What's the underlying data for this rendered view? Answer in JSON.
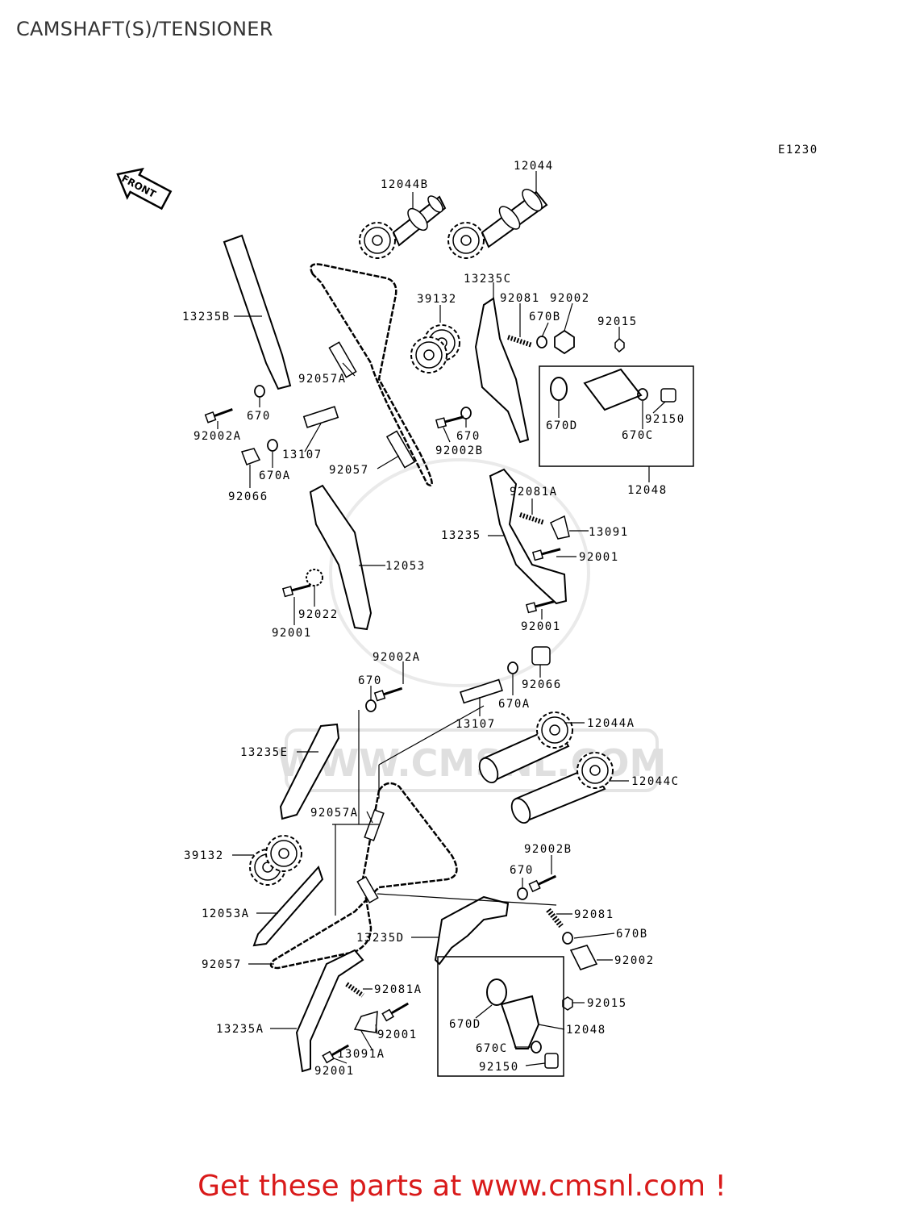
{
  "title": "CAMSHAFT(S)/TENSIONER",
  "figure_code": "E1230",
  "front_arrow_label": "FRONT",
  "footer": {
    "text": "Get these parts at www.cmsnl.com !",
    "color": "#d91a1a"
  },
  "watermark": {
    "text": "WWW.CMSNL.COM",
    "color": "#dcdcdc"
  },
  "colors": {
    "line": "#000000",
    "box": "#000000"
  },
  "labels": [
    {
      "text": "12044"
    },
    {
      "text": "12044B"
    },
    {
      "text": "13235C"
    },
    {
      "text": "39132"
    },
    {
      "text": "92081"
    },
    {
      "text": "92002"
    },
    {
      "text": "670B"
    },
    {
      "text": "92015"
    },
    {
      "text": "13235B"
    },
    {
      "text": "92057A"
    },
    {
      "text": "670"
    },
    {
      "text": "92002A"
    },
    {
      "text": "13107"
    },
    {
      "text": "670A"
    },
    {
      "text": "92066"
    },
    {
      "text": "92057"
    },
    {
      "text": "670"
    },
    {
      "text": "92002B"
    },
    {
      "text": "670D"
    },
    {
      "text": "92150"
    },
    {
      "text": "670C"
    },
    {
      "text": "12048"
    },
    {
      "text": "92081A"
    },
    {
      "text": "13235"
    },
    {
      "text": "13091"
    },
    {
      "text": "92001"
    },
    {
      "text": "12053"
    },
    {
      "text": "92022"
    },
    {
      "text": "92001"
    },
    {
      "text": "92001"
    },
    {
      "text": "92002A"
    },
    {
      "text": "670"
    },
    {
      "text": "92066"
    },
    {
      "text": "670A"
    },
    {
      "text": "13107"
    },
    {
      "text": "12044A"
    },
    {
      "text": "13235E"
    },
    {
      "text": "12044C"
    },
    {
      "text": "92057A"
    },
    {
      "text": "39132"
    },
    {
      "text": "92002B"
    },
    {
      "text": "670"
    },
    {
      "text": "12053A"
    },
    {
      "text": "92081"
    },
    {
      "text": "13235D"
    },
    {
      "text": "670B"
    },
    {
      "text": "92057"
    },
    {
      "text": "92002"
    },
    {
      "text": "92081A"
    },
    {
      "text": "92015"
    },
    {
      "text": "670D"
    },
    {
      "text": "12048"
    },
    {
      "text": "13235A"
    },
    {
      "text": "92001"
    },
    {
      "text": "13091A"
    },
    {
      "text": "670C"
    },
    {
      "text": "92001"
    },
    {
      "text": "92150"
    }
  ]
}
